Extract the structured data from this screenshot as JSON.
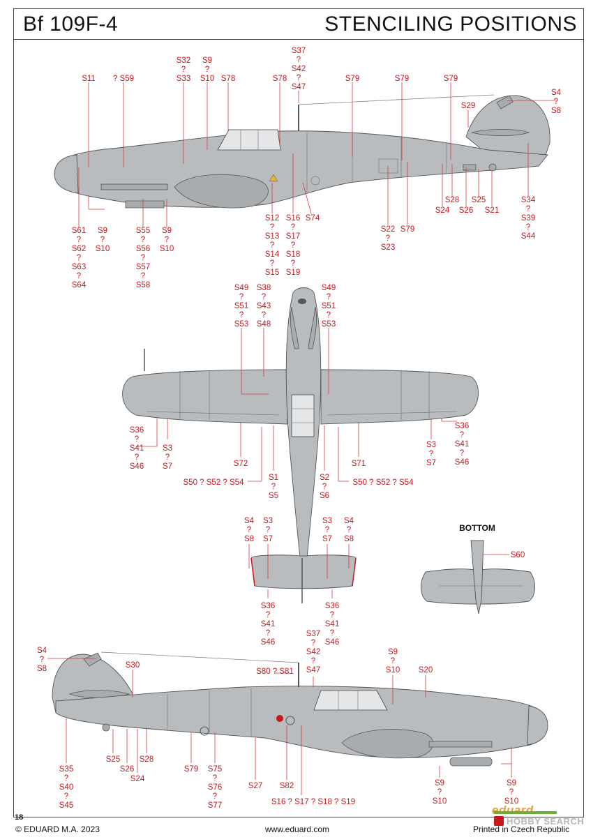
{
  "header": {
    "aircraft": "Bf 109F-4",
    "sheet_title": "STENCILING POSITIONS"
  },
  "page_number": "18",
  "footer": {
    "copyright": "© EDUARD M.A. 2023",
    "website": "www.eduard.com",
    "printed": "Printed in Czech Republic"
  },
  "brand": {
    "logo_text": "eduard",
    "watermark": "HOBBY SEARCH"
  },
  "bottom_view_label": "BOTTOM",
  "colors": {
    "stencil_red": "#c8161d",
    "airframe_grey": "#b9bcbf",
    "brand_orange": "#e2a13b",
    "brand_green": "#6dae3a"
  },
  "callouts_top_left_view": {
    "s11": "S11",
    "s59": "? S59",
    "s32": "S32",
    "s33": "S33",
    "s9": "S9",
    "s10": "S10",
    "s78a": "S78",
    "s37": "S37",
    "s42": "S42",
    "s47": "S47",
    "s78b": "S78",
    "s79a": "S79",
    "s79b": "S79",
    "s79c": "S79",
    "s4": "S4",
    "s8": "S8",
    "s29": "S29",
    "s61": "S61",
    "s62": "S62",
    "s63": "S63",
    "s64": "S64",
    "s9b": "S9",
    "s10b": "S10",
    "s55": "S55",
    "s56": "S56",
    "s57": "S57",
    "s58": "S58",
    "s9c": "S9",
    "s10c": "S10",
    "s12": "S12",
    "s13": "S13",
    "s14": "S14",
    "s15": "S15",
    "s16": "S16",
    "s17": "S17",
    "s18": "S18",
    "s19": "S19",
    "s74": "S74",
    "s22": "S22",
    "s23": "S23",
    "s79d": "S79",
    "s28": "S28",
    "s24": "S24",
    "s26": "S26",
    "s25": "S25",
    "s21": "S21",
    "s34": "S34",
    "s39": "S39",
    "s44": "S44",
    "q": "?"
  },
  "callouts_top_view": {
    "s49l": "S49",
    "s51l": "S51",
    "s53l": "S53",
    "s38": "S38",
    "s43": "S43",
    "s48": "S48",
    "s49r": "S49",
    "s51r": "S51",
    "s53r": "S53",
    "s36l": "S36",
    "s41l": "S41",
    "s46l": "S46",
    "s3l": "S3",
    "s7l": "S7",
    "s36r": "S36",
    "s41r": "S41",
    "s46r": "S46",
    "s3r": "S3",
    "s7r": "S7",
    "s72": "S72",
    "s71": "S71",
    "s1": "S1",
    "s5": "S5",
    "s2": "S2",
    "s6": "S6",
    "s50l": "S50 ? S52 ? S54",
    "s50r": "S50 ? S52 ? S54",
    "t_s4l": "S4",
    "t_s8l": "S8",
    "t_s3l": "S3",
    "t_s7l": "S7",
    "t_s3r": "S3",
    "t_s7r": "S7",
    "t_s4r": "S4",
    "t_s8r": "S8",
    "t_s36l": "S36",
    "t_s41l": "S41",
    "t_s46l": "S46",
    "t_s36r": "S36",
    "t_s41r": "S41",
    "t_s46r": "S46",
    "s60": "S60",
    "q": "?"
  },
  "callouts_right_view": {
    "s4": "S4",
    "s8": "S8",
    "s30": "S30",
    "s37": "S37",
    "s42": "S42",
    "s47": "S47",
    "s80": "S80 ? S81",
    "s9": "S9",
    "s10": "S10",
    "s20": "S20",
    "s35": "S35",
    "s40": "S40",
    "s45": "S45",
    "s25": "S25",
    "s26": "S26",
    "s24": "S24",
    "s28": "S28",
    "s79": "S79",
    "s75": "S75",
    "s76": "S76",
    "s77": "S77",
    "s27": "S27",
    "s82": "S82",
    "s16": "S16 ? S17 ? S18 ? S19",
    "s9b": "S9",
    "s10b": "S10",
    "s9c": "S9",
    "s10c": "S10",
    "q": "?"
  }
}
